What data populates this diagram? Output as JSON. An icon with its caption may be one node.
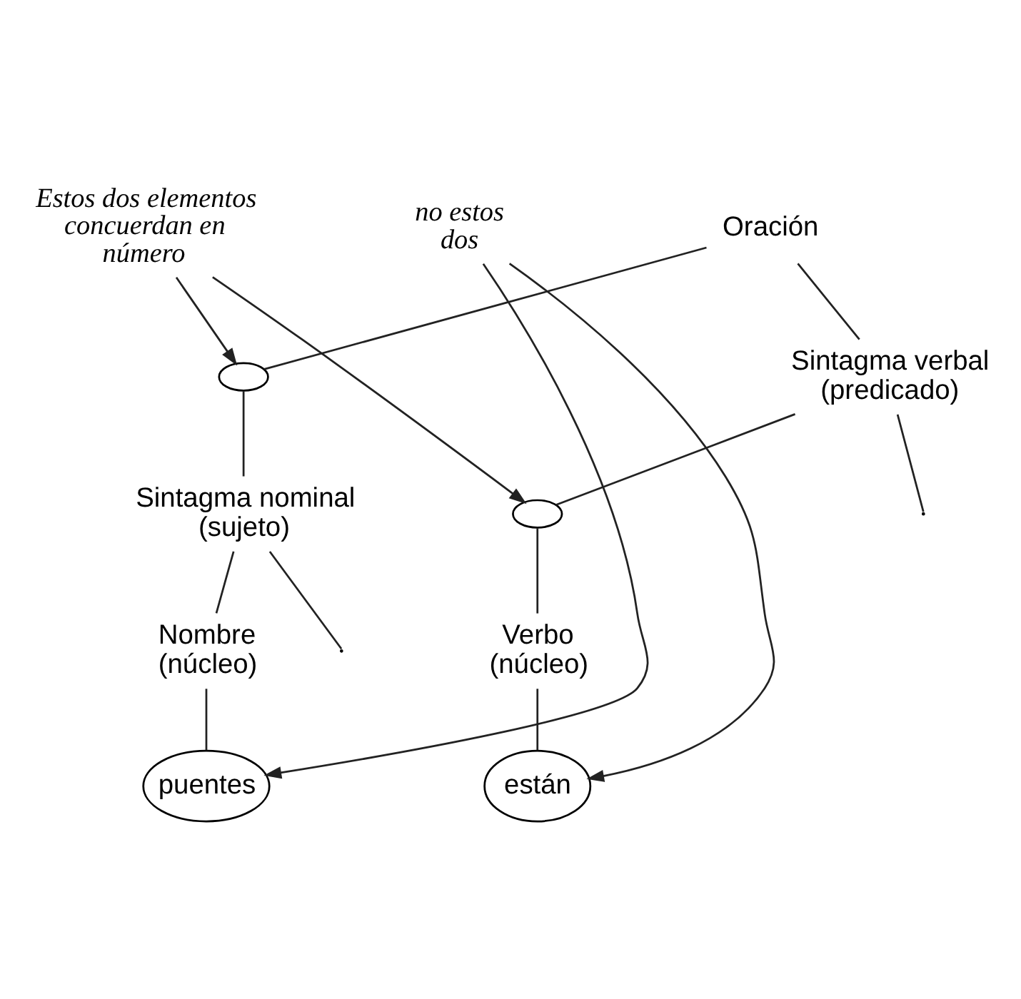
{
  "diagram": {
    "nodes": [
      {
        "text": [
          "Estos dos elementos concuerdan en número"
        ]
      },
      {
        "text": [
          "Oración"
        ]
      },
      {
        "text": [],
        "shape": "circle"
      },
      {
        "text": [
          "Sintagma nominal (sujeto)"
        ]
      },
      {
        "text": [
          "Sintagma verbal (predicado)"
        ]
      },
      {
        "text": [],
        "shape": "circle"
      },
      {
        "text": [
          "Nombre (núcleo)"
        ]
      },
      {
        "text": [
          "Verbo (núcleo)"
        ]
      },
      {
        "text": [
          "no estos dos"
        ]
      },
      {
        "text": [
          "puentes"
        ]
      },
      {
        "text": [
          "están"
        ]
      }
    ],
    "edges": [
      {
        "from": 1,
        "to": 2,
        "arrow": "none"
      },
      {
        "from": 2,
        "to": 3,
        "arrow": "none"
      },
      {
        "from": 1,
        "to": 4,
        "arrow": "none"
      },
      {
        "from": 3,
        "to": null,
        "arrow": "none"
      },
      {
        "from": 3,
        "to": 6,
        "arrow": "none"
      },
      {
        "from": 4,
        "to": 5,
        "arrow": "none"
      },
      {
        "from": 5,
        "to": 7,
        "arrow": "none"
      },
      {
        "from": 4,
        "to": null,
        "arrow": "none"
      },
      {
        "from": 6,
        "to": 9,
        "arrow": "none"
      },
      {
        "from": 7,
        "to": 10,
        "arrow": "none"
      },
      {
        "from": 0,
        "to": 2,
        "arrow": "to"
      },
      {
        "from": 0,
        "to": 5,
        "arrow": "to"
      },
      {
        "from": 8,
        "to": 9,
        "arrow": "to"
      },
      {
        "from": 8,
        "to": 10,
        "arrow": "to"
      }
    ]
  }
}
